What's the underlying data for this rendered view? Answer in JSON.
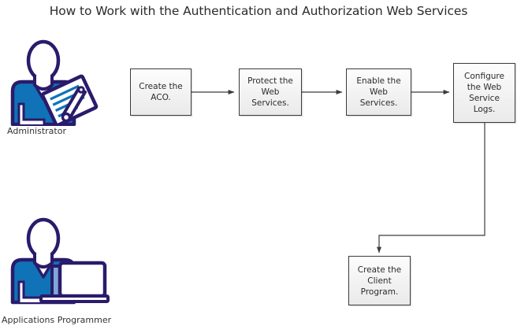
{
  "title": "How to Work with the Authentication and Authorization Web Services",
  "colors": {
    "icon_outline": "#2a1b6b",
    "icon_fill_blue": "#1073b8",
    "icon_fill_light_blue": "#7fa6d6",
    "icon_white": "#ffffff",
    "box_border": "#3a3a3a",
    "box_fill_top": "#fdfdfd",
    "box_fill_bottom": "#eaeaea",
    "connector": "#3c3c3c",
    "text": "#2b2b2b"
  },
  "actors": [
    {
      "id": "administrator",
      "label": "Administrator",
      "icon": "person-with-clipboard-icon"
    },
    {
      "id": "applications-programmer",
      "label": "Applications Programmer",
      "icon": "person-with-computer-icon"
    }
  ],
  "steps": [
    {
      "id": "create-the-aco",
      "label": "Create the ACO."
    },
    {
      "id": "protect-the-web-services",
      "label": "Protect the Web Services."
    },
    {
      "id": "enable-the-web-services",
      "label": "Enable the Web Services."
    },
    {
      "id": "configure-the-web-service-logs",
      "label": "Configure the Web Service Logs."
    },
    {
      "id": "create-the-client-program",
      "label": "Create the Client Program."
    }
  ],
  "connectors": [
    {
      "id": "aco-to-protect",
      "from": "create-the-aco",
      "to": "protect-the-web-services"
    },
    {
      "id": "protect-to-enable",
      "from": "protect-the-web-services",
      "to": "enable-the-web-services"
    },
    {
      "id": "enable-to-configure",
      "from": "enable-the-web-services",
      "to": "configure-the-web-service-logs"
    },
    {
      "id": "configure-to-client",
      "from": "configure-the-web-service-logs",
      "to": "create-the-client-program"
    }
  ]
}
